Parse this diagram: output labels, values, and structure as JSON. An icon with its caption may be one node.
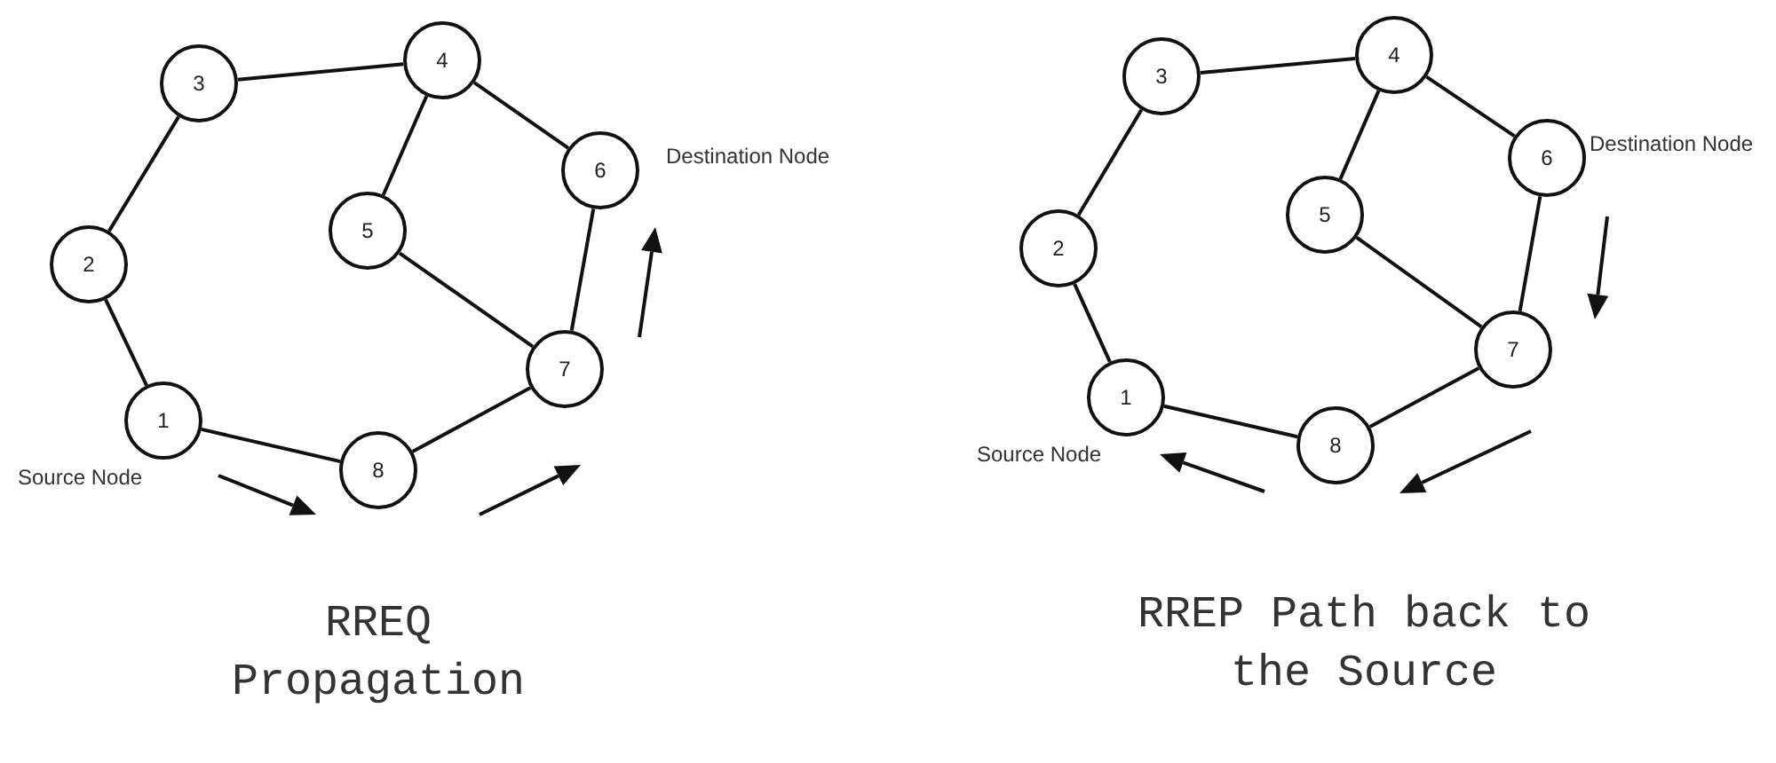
{
  "diagram": {
    "nodes": [
      {
        "text": [
          "1"
        ],
        "beside": [
          "Source Node"
        ]
      },
      {
        "text": [
          "2"
        ]
      },
      {
        "text": [
          "3"
        ]
      },
      {
        "text": [
          "4"
        ]
      },
      {
        "text": [
          "5"
        ]
      },
      {
        "text": [
          "6"
        ],
        "beside": [
          "Destination Node"
        ]
      },
      {
        "text": [
          "7"
        ]
      },
      {
        "text": [
          "8"
        ]
      },
      {
        "text": [
          "1"
        ],
        "beside": [
          "Source Node"
        ]
      },
      {
        "text": [
          "2"
        ]
      },
      {
        "text": [
          "3"
        ]
      },
      {
        "text": [
          "4"
        ]
      },
      {
        "text": [
          "5"
        ]
      },
      {
        "text": [
          "6"
        ],
        "beside": [
          "Destination Node"
        ]
      },
      {
        "text": [
          "7"
        ]
      },
      {
        "text": [
          "8"
        ]
      }
    ],
    "edges": [
      {
        "from": 2,
        "to": 3,
        "arrow": "none"
      },
      {
        "from": 2,
        "to": 1,
        "arrow": "none"
      },
      {
        "from": 1,
        "to": 0,
        "arrow": "none"
      },
      {
        "from": 0,
        "to": 7,
        "arrow": "none"
      },
      {
        "from": 7,
        "to": 6,
        "arrow": "none"
      },
      {
        "from": 6,
        "to": 5,
        "arrow": "none"
      },
      {
        "from": 5,
        "to": 3,
        "arrow": "none"
      },
      {
        "from": 3,
        "to": 4,
        "arrow": "none"
      },
      {
        "from": 4,
        "to": 6,
        "arrow": "none"
      },
      {
        "from": 10,
        "to": 11,
        "arrow": "none"
      },
      {
        "from": 10,
        "to": 9,
        "arrow": "none"
      },
      {
        "from": 9,
        "to": 8,
        "arrow": "none"
      },
      {
        "from": 8,
        "to": 15,
        "arrow": "none"
      },
      {
        "from": 15,
        "to": 14,
        "arrow": "none"
      },
      {
        "from": 14,
        "to": 13,
        "arrow": "none"
      },
      {
        "from": 13,
        "to": 11,
        "arrow": "none"
      },
      {
        "from": 11,
        "to": 12,
        "arrow": "none"
      },
      {
        "from": 12,
        "to": 14,
        "arrow": "none"
      }
    ],
    "labels": [
      "RREQ Propagation",
      "RREP Path back to the Source"
    ]
  }
}
